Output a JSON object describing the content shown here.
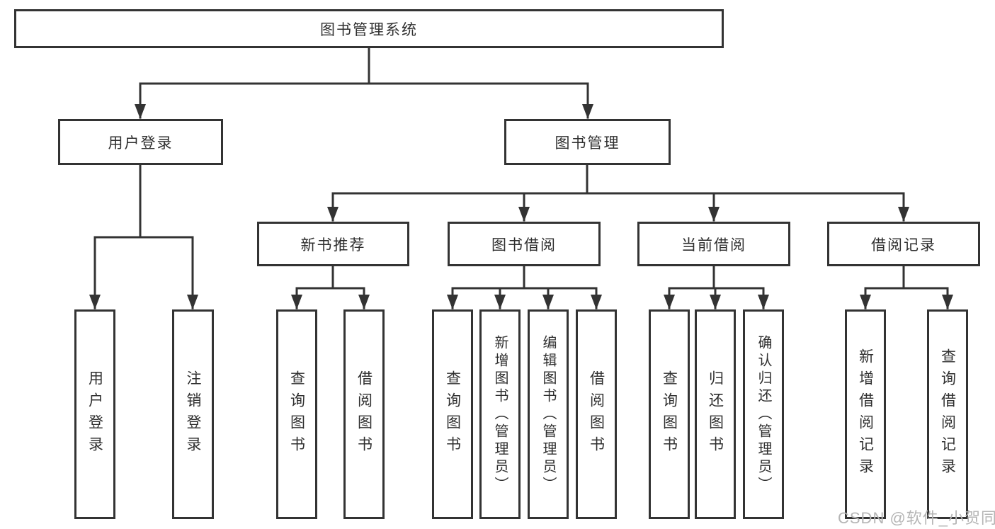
{
  "tree": {
    "root": {
      "label": "图书管理系统"
    },
    "branches": [
      {
        "label": "用户登录",
        "children": [
          {
            "label": "用户登录"
          },
          {
            "label": "注销登录"
          }
        ]
      },
      {
        "label": "图书管理",
        "children": [
          {
            "label": "新书推荐",
            "children": [
              {
                "label": "查询图书"
              },
              {
                "label": "借阅图书"
              }
            ]
          },
          {
            "label": "图书借阅",
            "children": [
              {
                "label": "查询图书"
              },
              {
                "label": "新增图书（管理员）"
              },
              {
                "label": "编辑图书（管理员）"
              },
              {
                "label": "借阅图书"
              }
            ]
          },
          {
            "label": "当前借阅",
            "children": [
              {
                "label": "查询图书"
              },
              {
                "label": "归还图书"
              },
              {
                "label": "确认归还（管理员）"
              }
            ]
          },
          {
            "label": "借阅记录",
            "children": [
              {
                "label": "新增借阅记录"
              },
              {
                "label": "查询借阅记录"
              }
            ]
          }
        ]
      }
    ]
  },
  "watermark": {
    "text": "CSDN @软件_小贺同学"
  },
  "colors": {
    "line": "#333333",
    "box_background": "#ffffff",
    "text": "#2f2f2f",
    "watermark": "#b5b5b5"
  }
}
